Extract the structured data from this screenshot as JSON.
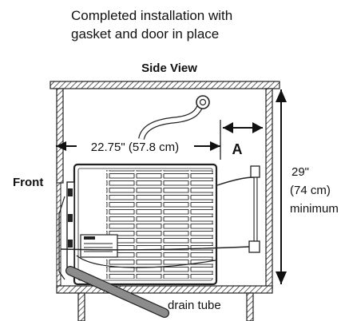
{
  "caption": {
    "line1": "Completed installation with",
    "line2": "gasket and door in place"
  },
  "view_title": "Side View",
  "labels": {
    "front": "Front",
    "depth": "22.75\" (57.8 cm)",
    "clearance": "A",
    "height_line1": "29\"",
    "height_line2": "(74 cm)",
    "height_line3": "minimum",
    "drain": "drain tube"
  }
}
